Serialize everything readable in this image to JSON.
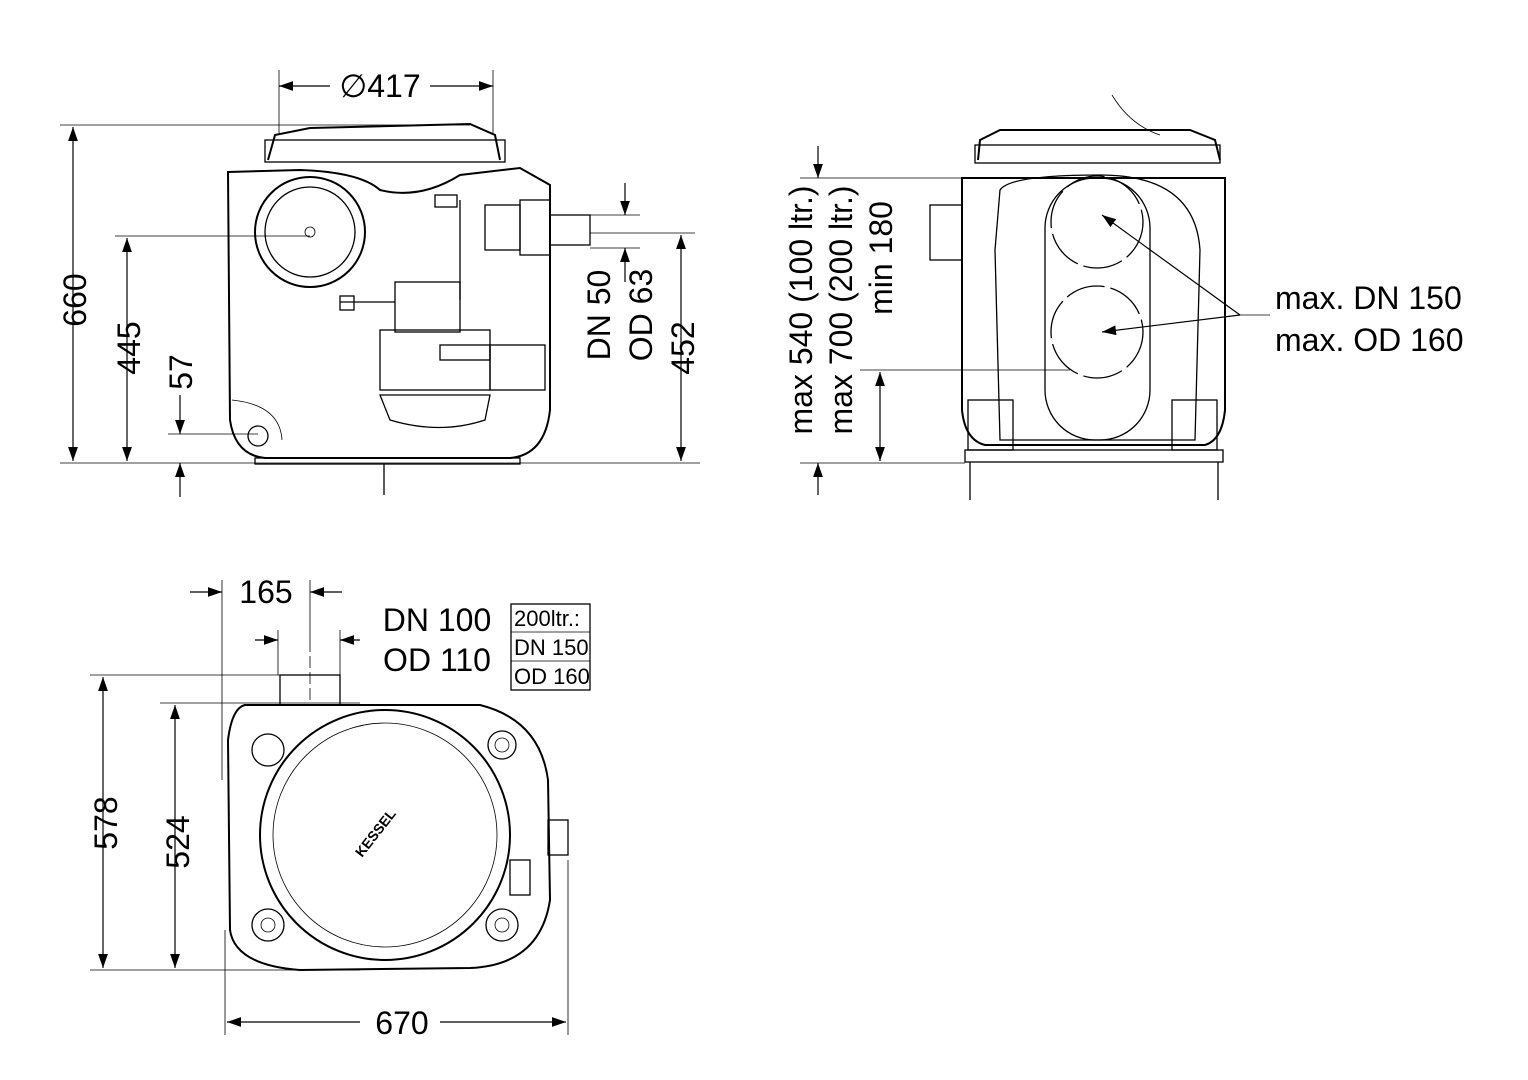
{
  "front_view": {
    "dim_diameter": "∅417",
    "dim_height_total": "660",
    "dim_inlet_height": "445",
    "dim_drain_height": "57",
    "dim_outlet_dn": "DN 50",
    "dim_outlet_od": "OD 63",
    "dim_outlet_height": "452"
  },
  "side_view": {
    "dim_max_100": "max 540 (100 ltr.)",
    "dim_max_200": "max 700 (200 ltr.)",
    "dim_min": "min 180",
    "inlet_dn": "max. DN 150",
    "inlet_od": "max. OD 160"
  },
  "top_view": {
    "dim_offset": "165",
    "dim_dn": "DN 100",
    "dim_od": "OD 110",
    "box_title": "200ltr.:",
    "box_dn": "DN 150",
    "box_od": "OD 160",
    "dim_depth_total": "578",
    "dim_depth_body": "524",
    "dim_width": "670",
    "logo": "KESSEL"
  }
}
